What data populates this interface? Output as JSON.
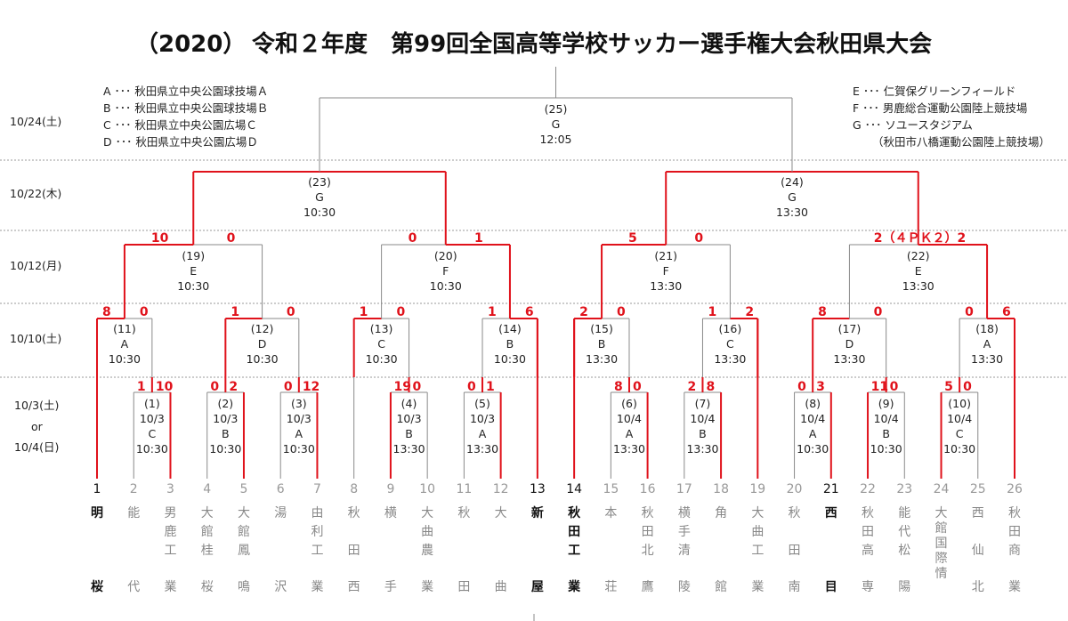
{
  "title": {
    "year_paren": "（2020）",
    "main": "令和２年度　第99回全国高等学校サッカー選手権大会秋田県大会"
  },
  "colors": {
    "win": "#e0121b",
    "line": "#8a8a8a",
    "dotted": "#9a9a9a"
  },
  "venues_left": [
    "A ･･･ 秋田県立中央公園球技場Ａ",
    "B ･･･ 秋田県立中央公園球技場Ｂ",
    "C ･･･ 秋田県立中央公園広場Ｃ",
    "D ･･･ 秋田県立中央公園広場Ｄ"
  ],
  "venues_right": [
    "E ･･･ 仁賀保グリーンフィールド",
    "F ･･･ 男鹿総合運動公園陸上競技場",
    "G ･･･ ソユースタジアム",
    "（秋田市八橋運動公園陸上競技場）"
  ],
  "dates": {
    "r5": "10/24(土)",
    "r4": "10/22(木)",
    "r3": "10/12(月)",
    "r2": "10/10(土)",
    "r1_a": "10/3(土)",
    "r1_or": "or",
    "r1_b": "10/4(日)"
  },
  "teams": [
    {
      "seed": "1",
      "name": "明桜",
      "win": true
    },
    {
      "seed": "2",
      "name": "能代",
      "win": false
    },
    {
      "seed": "3",
      "name": "男鹿工業",
      "win": false
    },
    {
      "seed": "4",
      "name": "大館桂桜",
      "win": false
    },
    {
      "seed": "5",
      "name": "大館鳳鳴",
      "win": false
    },
    {
      "seed": "6",
      "name": "湯沢",
      "win": false
    },
    {
      "seed": "7",
      "name": "由利工業",
      "win": false
    },
    {
      "seed": "8",
      "name": "秋田西",
      "win": false
    },
    {
      "seed": "9",
      "name": "横手",
      "win": false
    },
    {
      "seed": "10",
      "name": "大曲農業",
      "win": false
    },
    {
      "seed": "11",
      "name": "秋田",
      "win": false
    },
    {
      "seed": "12",
      "name": "大曲",
      "win": false
    },
    {
      "seed": "13",
      "name": "新屋",
      "win": true
    },
    {
      "seed": "14",
      "name": "秋田工業",
      "win": true
    },
    {
      "seed": "15",
      "name": "本荘",
      "win": false
    },
    {
      "seed": "16",
      "name": "秋田北鷹",
      "win": false
    },
    {
      "seed": "17",
      "name": "横手清陵",
      "win": false
    },
    {
      "seed": "18",
      "name": "角館",
      "win": false
    },
    {
      "seed": "19",
      "name": "大曲工業",
      "win": false
    },
    {
      "seed": "20",
      "name": "秋田南",
      "win": false
    },
    {
      "seed": "21",
      "name": "西目",
      "win": true
    },
    {
      "seed": "22",
      "name": "秋田高専",
      "win": false
    },
    {
      "seed": "23",
      "name": "能代松陽",
      "win": false
    },
    {
      "seed": "24",
      "name": "大館国際情報",
      "win": false
    },
    {
      "seed": "25",
      "name": "西仙北",
      "win": false
    },
    {
      "seed": "26",
      "name": "秋田商業",
      "win": false
    }
  ],
  "matches_r1": [
    {
      "no": "(1)",
      "date": "10/3",
      "venue": "C",
      "time": "10:30",
      "left_score": "1",
      "right_score": "10"
    },
    {
      "no": "(2)",
      "date": "10/3",
      "venue": "B",
      "time": "10:30",
      "left_score": "0",
      "right_score": "2"
    },
    {
      "no": "(3)",
      "date": "10/3",
      "venue": "A",
      "time": "10:30",
      "left_score": "0",
      "right_score": "12"
    },
    {
      "no": "(4)",
      "date": "10/3",
      "venue": "B",
      "time": "13:30",
      "left_score": "19",
      "right_score": "0"
    },
    {
      "no": "(5)",
      "date": "10/3",
      "venue": "A",
      "time": "13:30",
      "left_score": "0",
      "right_score": "1"
    },
    {
      "no": "(6)",
      "date": "10/4",
      "venue": "A",
      "time": "13:30",
      "left_score": "8",
      "right_score": "0"
    },
    {
      "no": "(7)",
      "date": "10/4",
      "venue": "B",
      "time": "13:30",
      "left_score": "2",
      "right_score": "8"
    },
    {
      "no": "(8)",
      "date": "10/4",
      "venue": "A",
      "time": "10:30",
      "left_score": "0",
      "right_score": "3"
    },
    {
      "no": "(9)",
      "date": "10/4",
      "venue": "B",
      "time": "10:30",
      "left_score": "11",
      "right_score": "0"
    },
    {
      "no": "(10)",
      "date": "10/4",
      "venue": "C",
      "time": "10:30",
      "left_score": "5",
      "right_score": "0"
    }
  ],
  "matches_r2": [
    {
      "no": "(11)",
      "venue": "A",
      "time": "10:30",
      "left_score": "8",
      "right_score": "0"
    },
    {
      "no": "(12)",
      "venue": "D",
      "time": "10:30",
      "left_score": "1",
      "right_score": "0"
    },
    {
      "no": "(13)",
      "venue": "C",
      "time": "10:30",
      "left_score": "1",
      "right_score": "0"
    },
    {
      "no": "(14)",
      "venue": "B",
      "time": "10:30",
      "left_score": "1",
      "right_score": "6"
    },
    {
      "no": "(15)",
      "venue": "B",
      "time": "13:30",
      "left_score": "2",
      "right_score": "0"
    },
    {
      "no": "(16)",
      "venue": "C",
      "time": "13:30",
      "left_score": "1",
      "right_score": "2"
    },
    {
      "no": "(17)",
      "venue": "D",
      "time": "13:30",
      "left_score": "8",
      "right_score": "0"
    },
    {
      "no": "(18)",
      "venue": "A",
      "time": "13:30",
      "left_score": "0",
      "right_score": "6"
    }
  ],
  "matches_r3": [
    {
      "no": "(19)",
      "venue": "E",
      "time": "10:30",
      "left_score": "10",
      "right_score": "0"
    },
    {
      "no": "(20)",
      "venue": "F",
      "time": "10:30",
      "left_score": "0",
      "right_score": "1"
    },
    {
      "no": "(21)",
      "venue": "F",
      "time": "13:30",
      "left_score": "5",
      "right_score": "0"
    },
    {
      "no": "(22)",
      "venue": "E",
      "time": "13:30",
      "left_score": "2（４ＰＫ２）2",
      "right_score": ""
    }
  ],
  "matches_r4": [
    {
      "no": "(23)",
      "venue": "G",
      "time": "10:30"
    },
    {
      "no": "(24)",
      "venue": "G",
      "time": "13:30"
    }
  ],
  "final": {
    "no": "(25)",
    "venue": "G",
    "time": "12:05"
  }
}
